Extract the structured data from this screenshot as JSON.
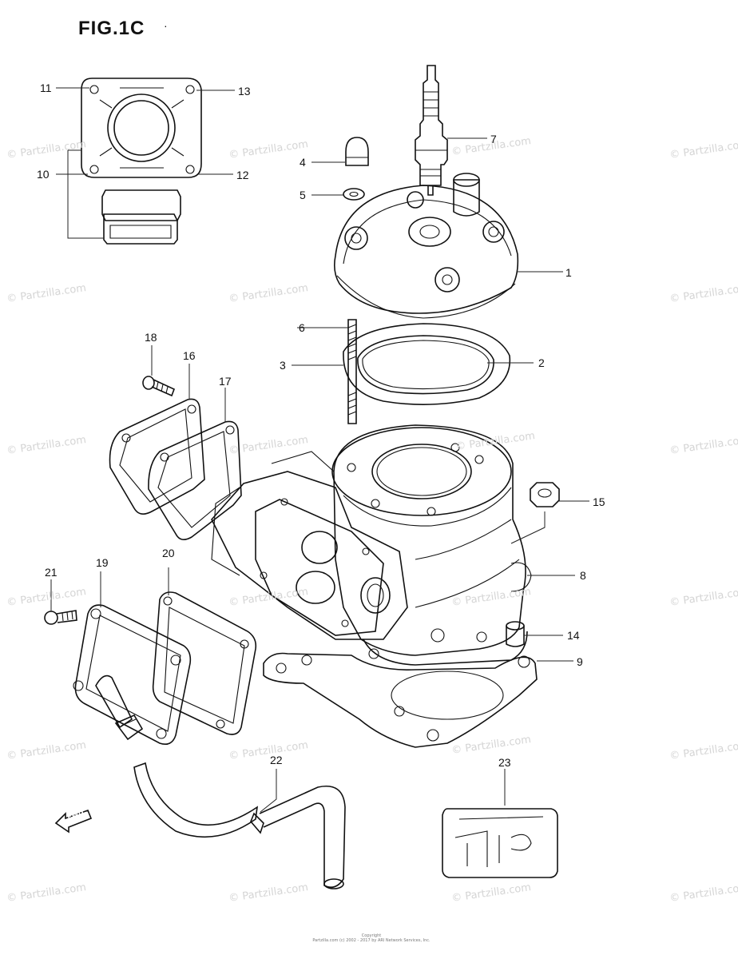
{
  "figure_title": "FIG.1C",
  "watermark_text": "© Partzilla.com",
  "footer": {
    "line1": "Copyright",
    "line2": "Partzilla.com (c) 2002 - 2017 by ARI Network Services, Inc."
  },
  "callouts": [
    {
      "id": "c11",
      "number": "11",
      "part": "cylinder-head-gasket-kit"
    },
    {
      "id": "c13",
      "number": "13",
      "part": "cylinder-head-gasket-kit"
    },
    {
      "id": "c10",
      "number": "10",
      "part": "cylinder-base-gasket-kit"
    },
    {
      "id": "c12",
      "number": "12",
      "part": "cylinder-gasket-kit"
    },
    {
      "id": "c7",
      "number": "7",
      "part": "spark-plug"
    },
    {
      "id": "c4",
      "number": "4",
      "part": "cap-nut"
    },
    {
      "id": "c5",
      "number": "5",
      "part": "washer"
    },
    {
      "id": "c1",
      "number": "1",
      "part": "cylinder-head"
    },
    {
      "id": "c6",
      "number": "6",
      "part": "stud-bolt"
    },
    {
      "id": "c3",
      "number": "3",
      "part": "head-gasket-outer"
    },
    {
      "id": "c2",
      "number": "2",
      "part": "head-gasket-inner"
    },
    {
      "id": "c18",
      "number": "18",
      "part": "screw"
    },
    {
      "id": "c16",
      "number": "16",
      "part": "exhaust-gasket"
    },
    {
      "id": "c17",
      "number": "17",
      "part": "exhaust-gasket-2"
    },
    {
      "id": "c15",
      "number": "15",
      "part": "nut"
    },
    {
      "id": "c8",
      "number": "8",
      "part": "cylinder"
    },
    {
      "id": "c21",
      "number": "21",
      "part": "screw"
    },
    {
      "id": "c19",
      "number": "19",
      "part": "reed-cover"
    },
    {
      "id": "c20",
      "number": "20",
      "part": "reed-gasket"
    },
    {
      "id": "c14",
      "number": "14",
      "part": "dowel-pin"
    },
    {
      "id": "c9",
      "number": "9",
      "part": "cylinder-base-gasket"
    },
    {
      "id": "c22",
      "number": "22",
      "part": "hose"
    },
    {
      "id": "c23",
      "number": "23",
      "part": "label"
    }
  ],
  "fwd_marker": "FWD"
}
